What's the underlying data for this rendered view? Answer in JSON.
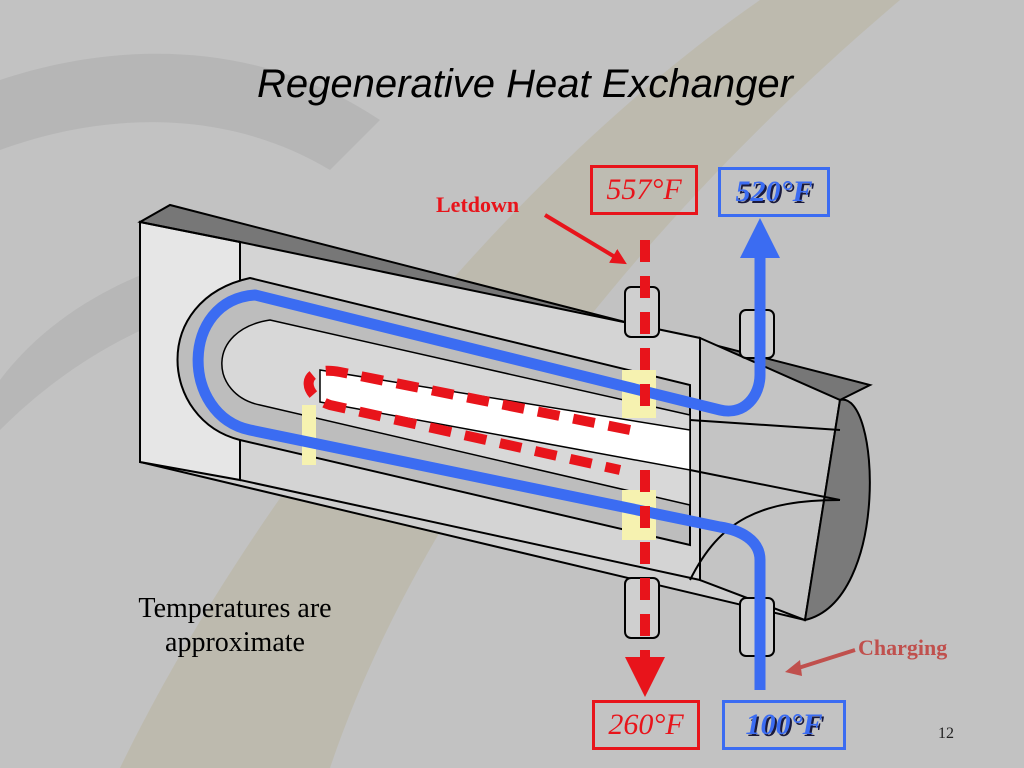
{
  "slide": {
    "title": "Regenerative Heat Exchanger",
    "page_number": "12",
    "note": "Temperatures are approximate"
  },
  "labels": {
    "letdown": "Letdown",
    "charging": "Charging"
  },
  "temperatures": {
    "letdown_in": "557°F",
    "letdown_out": "260°F",
    "charging_out": "520°F",
    "charging_in": "100°F"
  },
  "colors": {
    "letdown": "#e8141b",
    "charging": "#3b6cf2",
    "charging_label": "#c0504d",
    "shell": "#d8d8d8"
  }
}
